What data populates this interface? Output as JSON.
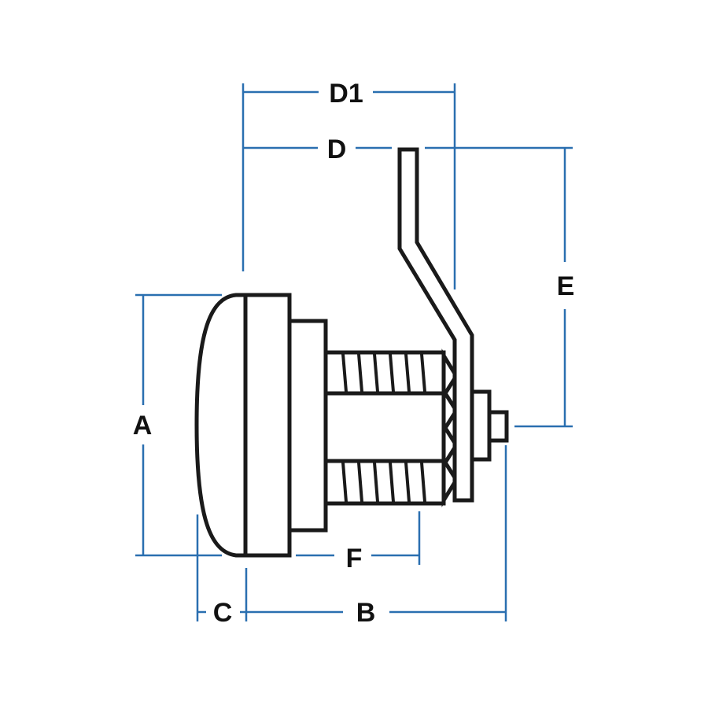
{
  "diagram": {
    "labels": {
      "A": "A",
      "B": "B",
      "C": "C",
      "D": "D",
      "D1": "D1",
      "E": "E",
      "F": "F"
    },
    "colors": {
      "dimension": "#2a6fb0",
      "outline": "#1a1a1a",
      "background": "#ffffff"
    }
  }
}
